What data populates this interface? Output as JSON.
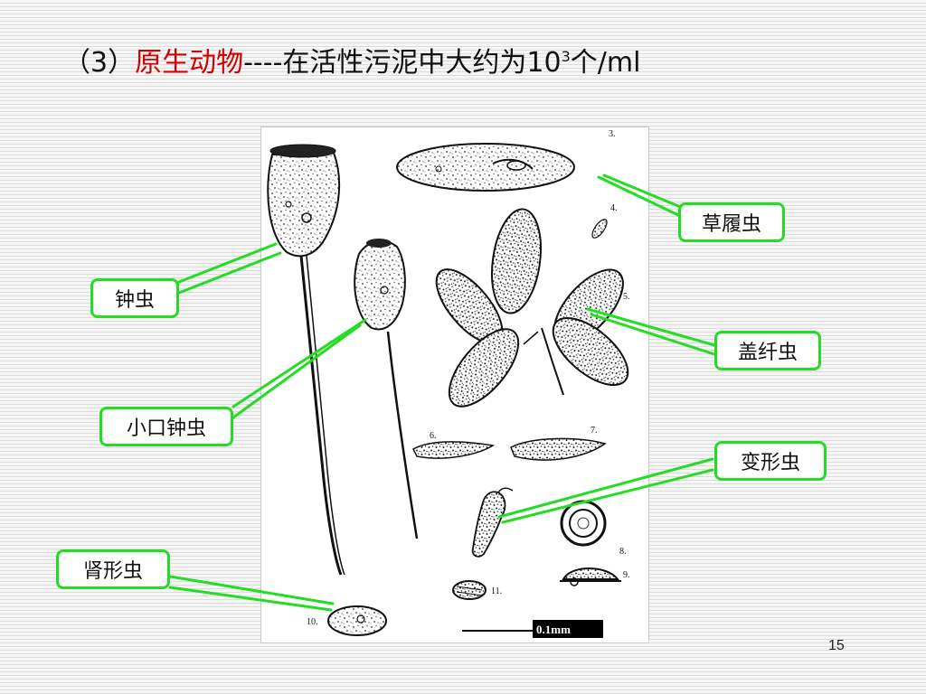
{
  "slide": {
    "title_prefix": "（3）",
    "title_highlight": "原生动物",
    "title_rest": "----在活性污泥中大约为10",
    "title_superscript": "3",
    "title_suffix": "个/ml",
    "page_number": "15"
  },
  "figure": {
    "scale_bar_text": "0.1mm",
    "plate_numbers": [
      "3.",
      "4.",
      "5.",
      "6.",
      "7.",
      "8.",
      "9.",
      "11.",
      "10."
    ]
  },
  "labels": {
    "zhongchong": "钟虫",
    "xiaokou_zhongchong": "小口钟虫",
    "shenxingchong": "肾形虫",
    "caolvchong": "草履虫",
    "gaixianchong": "盖纤虫",
    "bianxingchong": "变形虫"
  },
  "colors": {
    "accent_red": "#d40000",
    "label_border": "#22dd22",
    "leader_line": "#22dd22"
  }
}
